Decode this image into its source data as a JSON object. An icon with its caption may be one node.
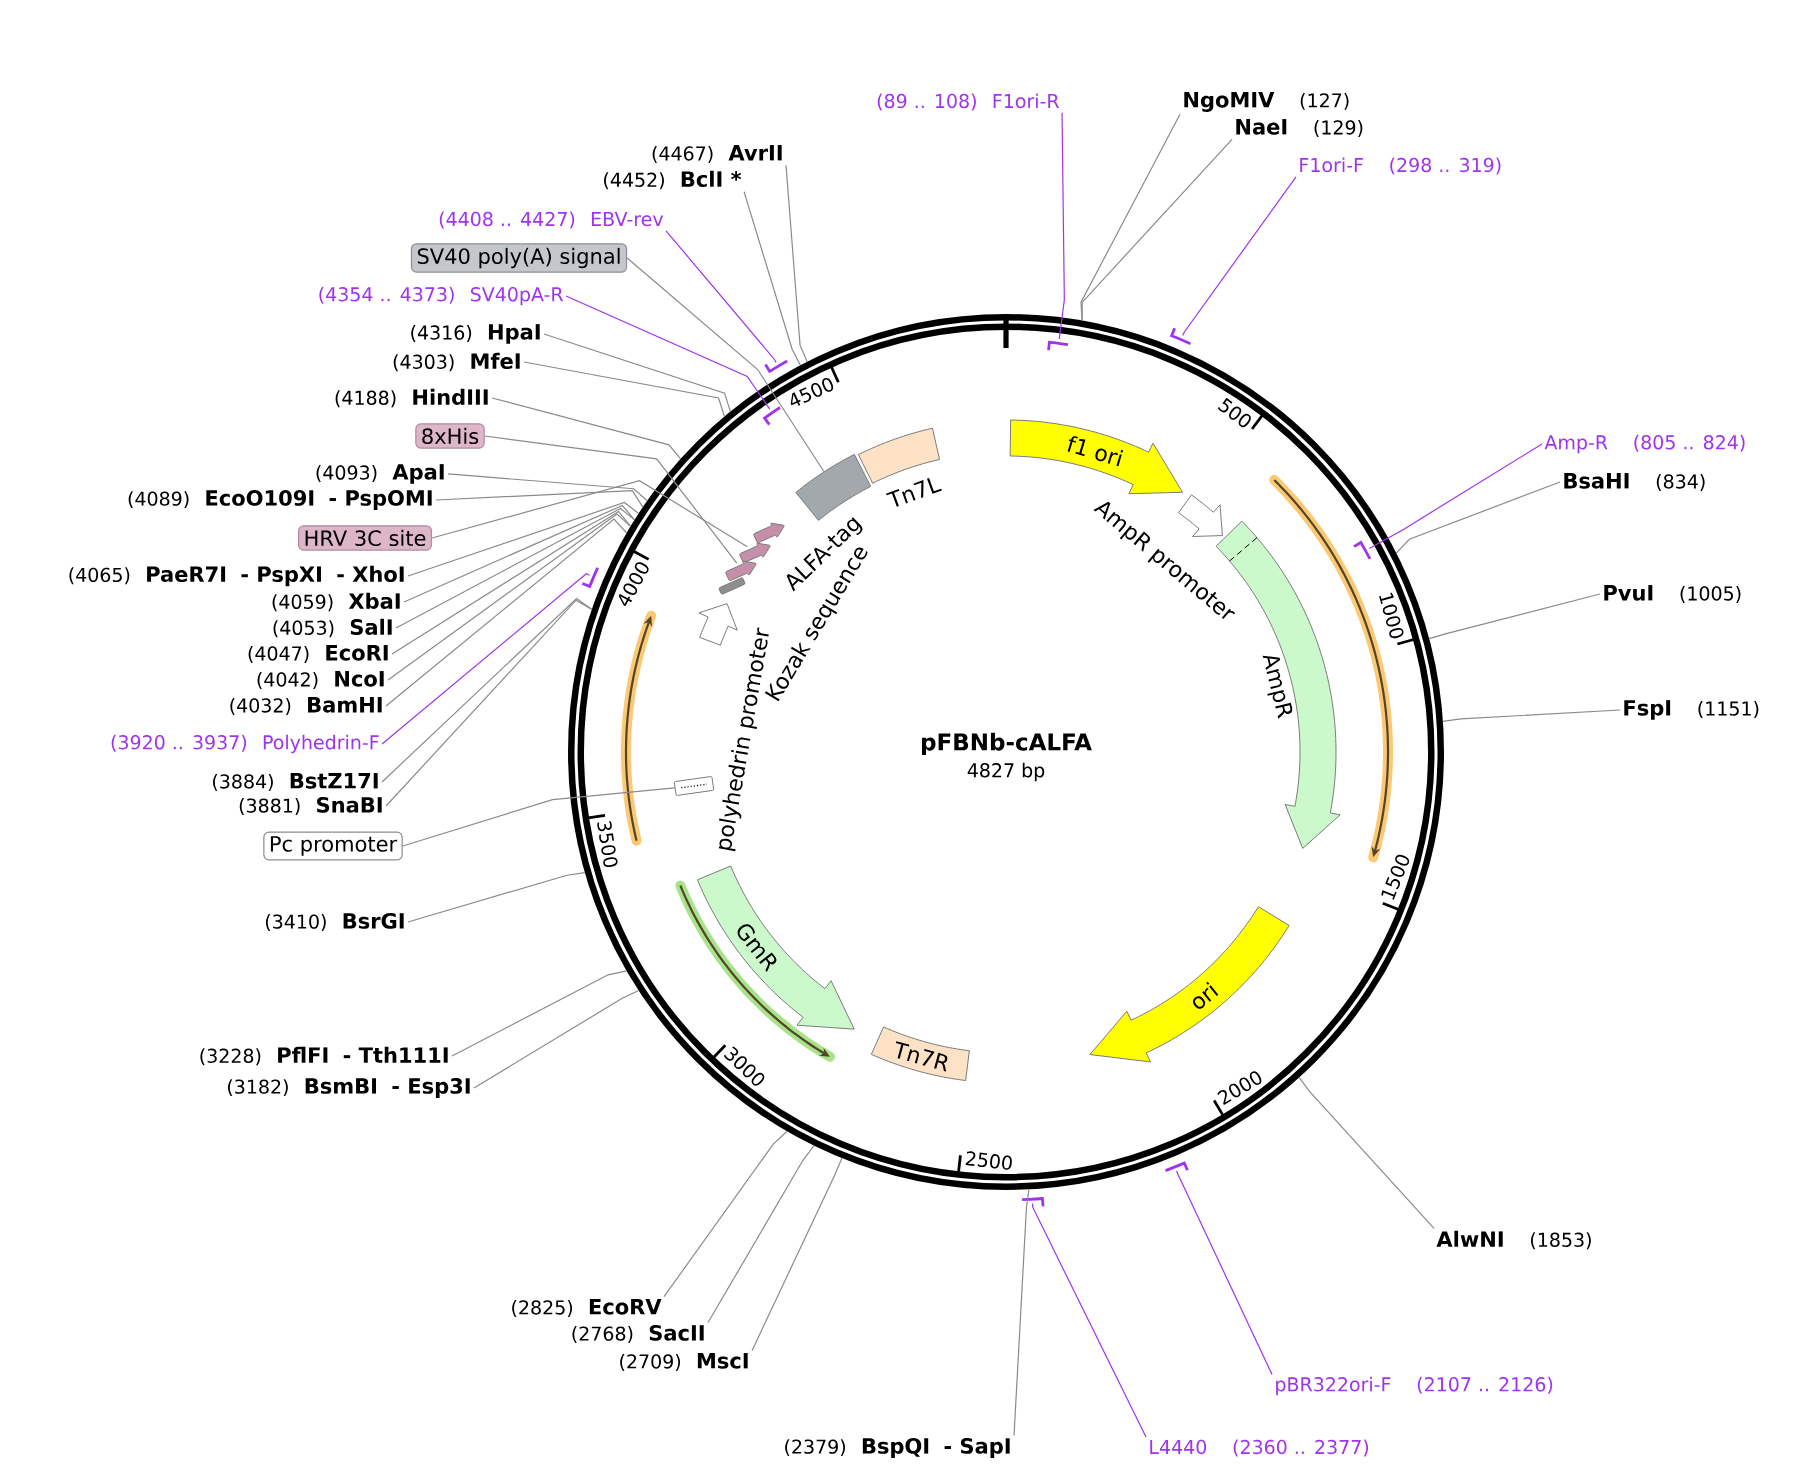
{
  "diagram": {
    "title": "pFBNb-cALFA",
    "nodes": [
      {
        "text": [],
        "shape": "circle"
      },
      {
        "text": [
          "f1 ori"
        ],
        "in": 0
      },
      {
        "text": [
          "AmpR promoter"
        ],
        "in": 0
      },
      {
        "text": [],
        "shape": "arrow",
        "beside": [
          "AmpR"
        ],
        "in": 0
      },
      {
        "text": [
          "ori"
        ],
        "in": 0
      },
      {
        "text": [
          "Tn7R"
        ],
        "in": 0
      },
      {
        "text": [
          "GmR"
        ],
        "in": 0
      },
      {
        "text": [],
        "shape": "box",
        "in": 0
      },
      {
        "text": [],
        "shape": "arrow",
        "beside": [
          "polyhedrin promoter"
        ],
        "in": 0
      },
      {
        "text": [],
        "shape": "box",
        "in": 0
      },
      {
        "text": [],
        "shape": "arrow",
        "beside": [
          "ALFA-tag"
        ],
        "in": 0
      },
      {
        "text": [],
        "shape": "arrow",
        "in": 0
      },
      {
        "text": [],
        "shape": "arrow",
        "in": 0
      },
      {
        "text": [],
        "shape": "box",
        "in": 0
      },
      {
        "text": [],
        "shape": "box",
        "beside": [
          "Tn7L"
        ],
        "in": 0
      },
      {
        "text": [],
        "shape": "bar",
        "in": 0
      },
      {
        "text": [],
        "shape": "bar"
      },
      {
        "text": [],
        "shape": "bar",
        "in": 0
      },
      {
        "text": [],
        "shape": "bar"
      },
      {
        "text": [],
        "shape": "bar"
      },
      {
        "text": [],
        "shape": "bar"
      },
      {
        "text": [],
        "shape": "bar",
        "in": 0
      },
      {
        "text": [],
        "shape": "bar"
      },
      {
        "text": [
          "(89 .. 108)",
          "F1ori-R"
        ]
      },
      {
        "text": [
          "NgoMIV",
          "(127)"
        ]
      },
      {
        "text": [
          "NaeI",
          "(129)"
        ]
      },
      {
        "text": [
          "F1ori-F",
          "(298 .. 319)"
        ]
      },
      {
        "text": [
          "Amp-R",
          "(805 .. 824)"
        ]
      },
      {
        "text": [
          "BsaHI",
          "(834)"
        ]
      },
      {
        "text": [
          "PvuI",
          "(1005)"
        ]
      },
      {
        "text": [
          "FspI",
          "(1151)"
        ]
      },
      {
        "text": [
          "AlwNI",
          "(1853)"
        ]
      },
      {
        "text": [
          "pBR322ori-F",
          "(2107 .. 2126)"
        ]
      },
      {
        "text": [
          "L4440",
          "(2360 .. 2377)"
        ]
      },
      {
        "text": [
          "(2379)",
          "BspQI",
          "- SapI"
        ]
      },
      {
        "text": [
          "(2709)",
          "MscI"
        ]
      },
      {
        "text": [
          "(2768)",
          "SacII"
        ]
      },
      {
        "text": [
          "(2825)",
          "EcoRV"
        ]
      },
      {
        "text": [
          "(3182)",
          "BsmBI",
          "- Esp3I"
        ]
      },
      {
        "text": [
          "(3228)",
          "PflFI",
          "- Tth111I"
        ]
      },
      {
        "text": [
          "(3410)",
          "BsrGI"
        ]
      },
      {
        "text": [
          "Pc promoter"
        ]
      },
      {
        "text": [
          "(3881)",
          "SnaBI"
        ]
      },
      {
        "text": [
          "(3884)",
          "BstZ17I"
        ]
      },
      {
        "text": [
          "(3920 .. 3937)",
          "Polyhedrin-F"
        ]
      },
      {
        "text": [
          "(4032)",
          "BamHI"
        ]
      },
      {
        "text": [
          "(4042)",
          "NcoI"
        ]
      },
      {
        "text": [
          "(4047)",
          "EcoRI"
        ]
      },
      {
        "text": [
          "(4053)",
          "SalI"
        ]
      },
      {
        "text": [
          "(4059)",
          "XbaI"
        ]
      },
      {
        "text": [
          "(4065)",
          "PaeR7I",
          "- PspXI",
          "- XhoI"
        ]
      },
      {
        "text": [
          "HRV 3C site"
        ]
      },
      {
        "text": [
          "(4089)",
          "EcoO109I",
          "- PspOMI"
        ]
      },
      {
        "text": [
          "(4093)",
          "ApaI"
        ]
      },
      {
        "text": [
          "8xHis"
        ]
      },
      {
        "text": [
          "(4188)",
          "HindIII"
        ]
      },
      {
        "text": [
          "(4303)",
          "MfeI"
        ]
      },
      {
        "text": [
          "(4316)",
          "HpaI"
        ]
      },
      {
        "text": [
          "(4354 .. 4373)",
          "SV40pA-R"
        ]
      },
      {
        "text": [
          "SV40 poly(A) signal"
        ]
      },
      {
        "text": [
          "(4408 .. 4427)",
          "EBV-rev"
        ]
      },
      {
        "text": [
          "(4452)",
          "BclI *"
        ]
      },
      {
        "text": [
          "(4467)",
          "AvrII"
        ]
      }
    ],
    "edges": [
      {
        "from": 23,
        "to": 15,
        "arrow": "none",
        "color": "#a033f0"
      },
      {
        "from": 24,
        "to": 0,
        "arrow": "none"
      },
      {
        "from": 25,
        "to": 0,
        "arrow": "none"
      },
      {
        "from": 26,
        "to": 16,
        "arrow": "none",
        "color": "#a033f0"
      },
      {
        "from": 27,
        "to": 17,
        "arrow": "none",
        "color": "#a033f0"
      },
      {
        "from": 28,
        "to": 0,
        "arrow": "none"
      },
      {
        "from": 29,
        "to": 0,
        "arrow": "none"
      },
      {
        "from": 30,
        "to": 0,
        "arrow": "none"
      },
      {
        "from": 31,
        "to": 0,
        "arrow": "none"
      },
      {
        "from": 32,
        "to": 18,
        "arrow": "none",
        "color": "#a033f0"
      },
      {
        "from": 33,
        "to": 19,
        "arrow": "none",
        "color": "#a033f0"
      },
      {
        "from": 34,
        "to": 0,
        "arrow": "none"
      },
      {
        "from": 35,
        "to": 0,
        "arrow": "none"
      },
      {
        "from": 36,
        "to": 0,
        "arrow": "none"
      },
      {
        "from": 37,
        "to": 0,
        "arrow": "none"
      },
      {
        "from": 38,
        "to": 0,
        "arrow": "none"
      },
      {
        "from": 39,
        "to": 0,
        "arrow": "none"
      },
      {
        "from": 40,
        "to": 0,
        "arrow": "none"
      },
      {
        "from": 41,
        "to": 7,
        "arrow": "none"
      },
      {
        "from": 42,
        "to": 0,
        "arrow": "none"
      },
      {
        "from": 43,
        "to": 0,
        "arrow": "none"
      },
      {
        "from": 44,
        "to": 20,
        "arrow": "none",
        "color": "#a033f0"
      },
      {
        "from": 45,
        "to": 0,
        "arrow": "none"
      },
      {
        "from": 46,
        "to": 0,
        "arrow": "none"
      },
      {
        "from": 47,
        "to": 0,
        "arrow": "none"
      },
      {
        "from": 48,
        "to": 0,
        "arrow": "none"
      },
      {
        "from": 49,
        "to": 0,
        "arrow": "none"
      },
      {
        "from": 50,
        "to": 0,
        "arrow": "none"
      },
      {
        "from": 51,
        "to": 11,
        "arrow": "none"
      },
      {
        "from": 52,
        "to": 0,
        "arrow": "none"
      },
      {
        "from": 53,
        "to": 0,
        "arrow": "none"
      },
      {
        "from": 54,
        "to": 12,
        "arrow": "none"
      },
      {
        "from": 55,
        "to": 0,
        "arrow": "none"
      },
      {
        "from": 56,
        "to": 0,
        "arrow": "none"
      },
      {
        "from": 57,
        "to": 0,
        "arrow": "none"
      },
      {
        "from": 58,
        "to": 21,
        "arrow": "none",
        "color": "#a033f0"
      },
      {
        "from": 59,
        "to": 13,
        "arrow": "none"
      },
      {
        "from": 60,
        "to": 22,
        "arrow": "none",
        "color": "#a033f0"
      },
      {
        "from": 61,
        "to": 0,
        "arrow": "none"
      },
      {
        "from": 62,
        "to": 0,
        "arrow": "none"
      }
    ],
    "labels": [
      "4827 bp",
      "500",
      "1000",
      "1500",
      "2000",
      "2500",
      "3000",
      "3500",
      "4000",
      "4500",
      "Kozak sequence"
    ]
  }
}
